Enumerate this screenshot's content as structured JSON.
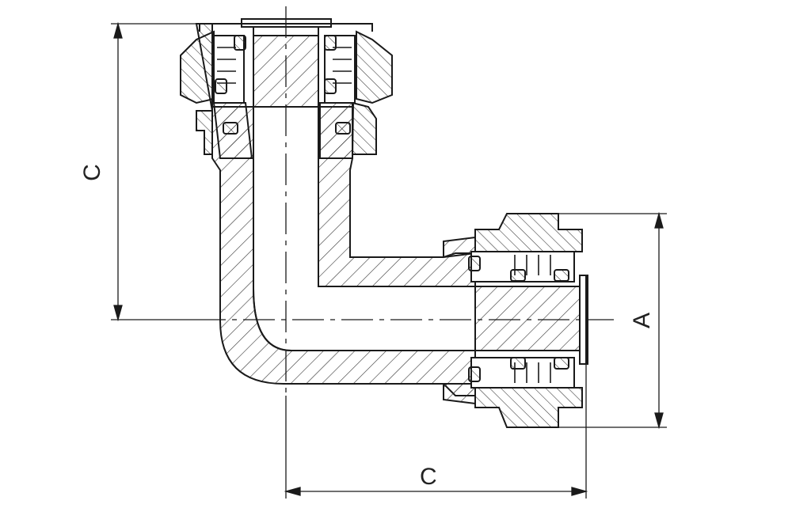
{
  "drawing": {
    "subject": "",
    "line_color": "#1a1a1a",
    "background": "#ffffff"
  },
  "dimensions": {
    "c_vertical": "C",
    "c_horizontal": "C",
    "a_vertical": "A"
  }
}
